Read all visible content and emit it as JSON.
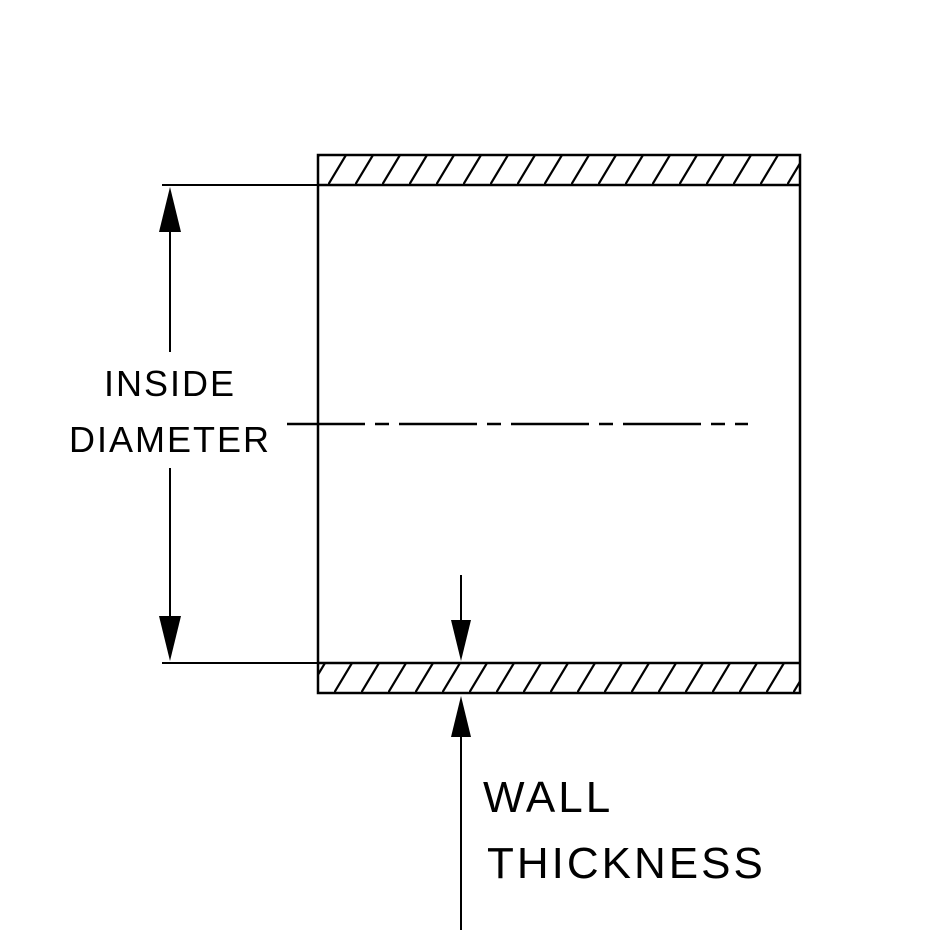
{
  "diagram": {
    "type": "technical-cross-section-drawing",
    "subject": "hose wall cross section",
    "labels": {
      "inside_diameter": {
        "line1": "INSIDE",
        "line2": "DIAMETER"
      },
      "wall_thickness": {
        "line1": "WALL",
        "line2": "THICKNESS"
      }
    },
    "colors": {
      "line": "#000000",
      "background": "#ffffff"
    }
  }
}
